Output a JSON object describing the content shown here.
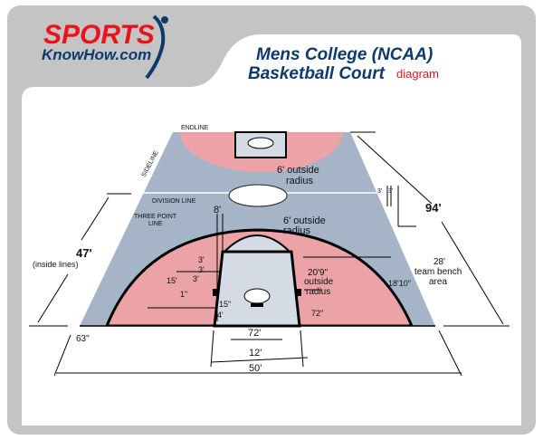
{
  "logo": {
    "line1": "SPORTS",
    "line2": "KnowHow.com"
  },
  "title": {
    "line1": "Mens College (NCAA)",
    "line2": "Basketball Court",
    "suffix": "diagram"
  },
  "labels": {
    "endline": "ENDLINE",
    "sideline": "SIDELINE",
    "division_line": "DIVISION LINE",
    "three_point_line_1": "THREE POINT",
    "three_point_line_2": "LINE",
    "center_radius_1": "6' outside",
    "center_radius_2": "radius",
    "key_radius_1": "6' outside",
    "key_radius_2": "radius",
    "arc_radius_1": "20'9\"",
    "arc_radius_2": "outside",
    "arc_radius_3": "radius",
    "bench_gap_a": "3'",
    "bench_gap_b": "3'",
    "length": "94'",
    "half_width_1": "47'",
    "half_width_2": "(inside lines)",
    "bench_1": "28'",
    "bench_2": "team bench",
    "bench_3": "area",
    "corner_three": "18'10\"",
    "corner_offset_right": "72\"",
    "corner_offset_left": "63\"",
    "lane_mark_width": "8'",
    "space_1": "3'",
    "space_2": "3'",
    "space_3": "3'",
    "free_throw_dist": "15'",
    "block": "1\"",
    "backboard_dist": "15\"",
    "backboard_to_end": "4'",
    "backboard_width": "72'",
    "lane_width": "12'",
    "court_width": "50'"
  },
  "colors": {
    "floor": "#a5b4c7",
    "paint_area": "#eba3a8",
    "lane": "#d5dbe4",
    "frame": "#c4c4c4",
    "title": "#0d3a6b",
    "accent": "#e8141c"
  }
}
